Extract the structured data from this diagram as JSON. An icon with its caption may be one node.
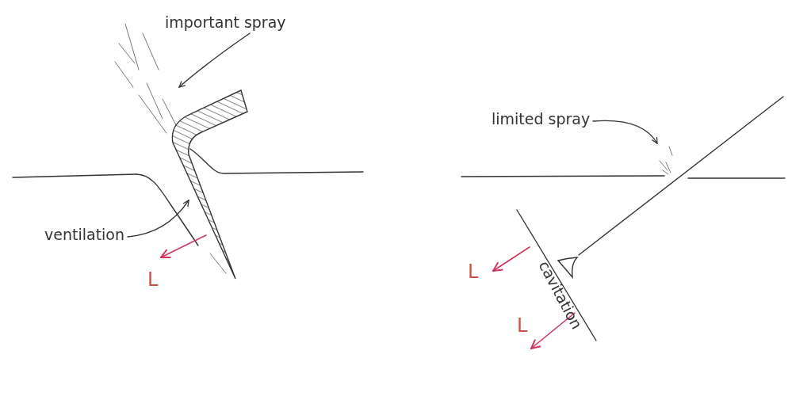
{
  "diagram": {
    "nodes": [
      {
        "text": [
          "important spray"
        ]
      },
      {
        "text": [
          "ventilation"
        ]
      },
      {
        "text": [
          "limited spray"
        ]
      },
      {
        "text": [],
        "shape": "picture"
      },
      {
        "text": [],
        "shape": "picture"
      },
      {
        "text": [],
        "shape": "picture"
      }
    ],
    "edges": [
      {
        "from": 0,
        "to": 3,
        "arrow": "to"
      },
      {
        "from": 1,
        "to": 5,
        "arrow": "to"
      },
      {
        "from": 2,
        "to": 4,
        "arrow": "to"
      }
    ],
    "labels": [
      "L",
      "L",
      "cavitation",
      "L"
    ]
  }
}
